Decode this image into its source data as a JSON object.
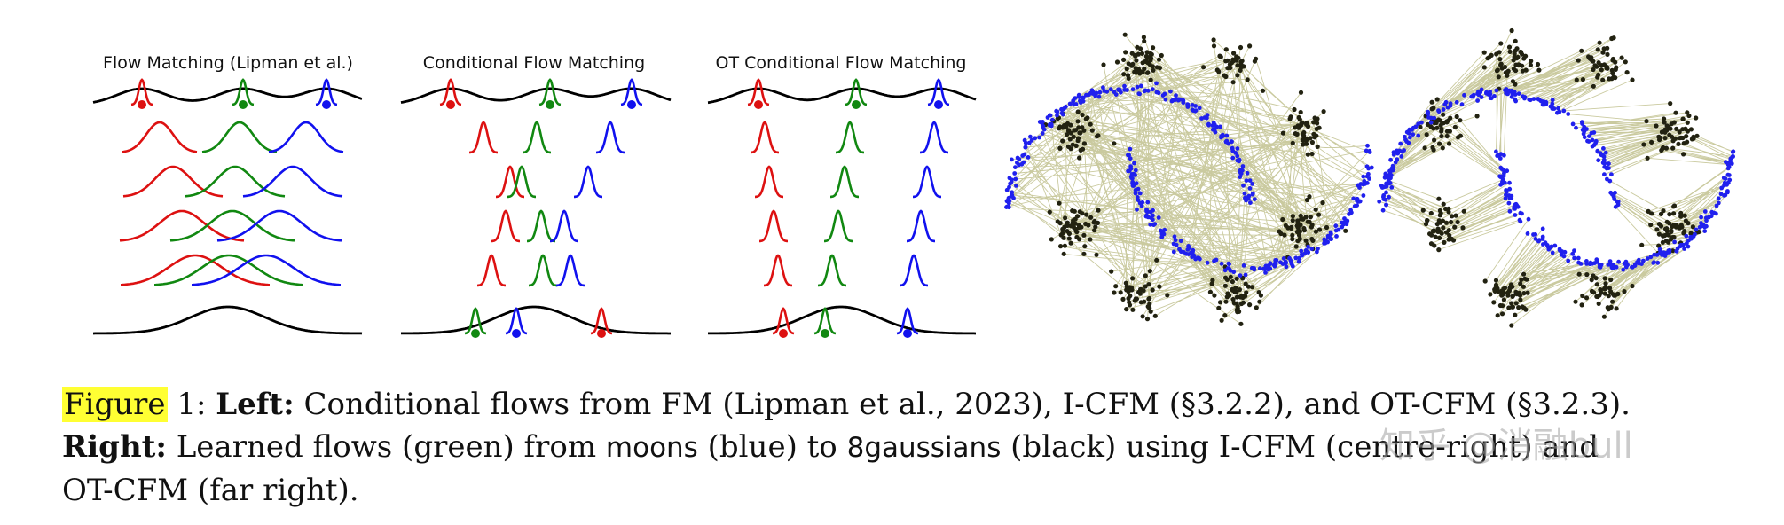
{
  "panels": {
    "fm_title": "Flow Matching (Lipman et al.)",
    "cfm_title": "Conditional Flow Matching",
    "otcfm_title": "OT Conditional Flow Matching"
  },
  "colors": {
    "red": "#dd1111",
    "green": "#118811",
    "blue": "#1111ee",
    "black": "#000000",
    "flow": "#8a8a2a",
    "source": "#2020ee",
    "target": "#222211",
    "highlight": "#ffff33"
  },
  "caption": {
    "figure_word": "Figure",
    "figure_num": " 1: ",
    "left_label": "Left:",
    "left_text": " Conditional flows from FM (Lipman et al., 2023), I-CFM (§3.2.2), and OT-CFM (§3.2.3).",
    "right_label": "Right:",
    "right_text_1": " Learned flows (green) from ",
    "moons": "moons",
    "right_text_2": " (blue) to ",
    "gaussians": "8gaussians",
    "right_text_3": " (black) using I-CFM (centre-right) and",
    "line3": "OT-CFM (far right)."
  },
  "watermark": "知乎 @消融bull"
}
